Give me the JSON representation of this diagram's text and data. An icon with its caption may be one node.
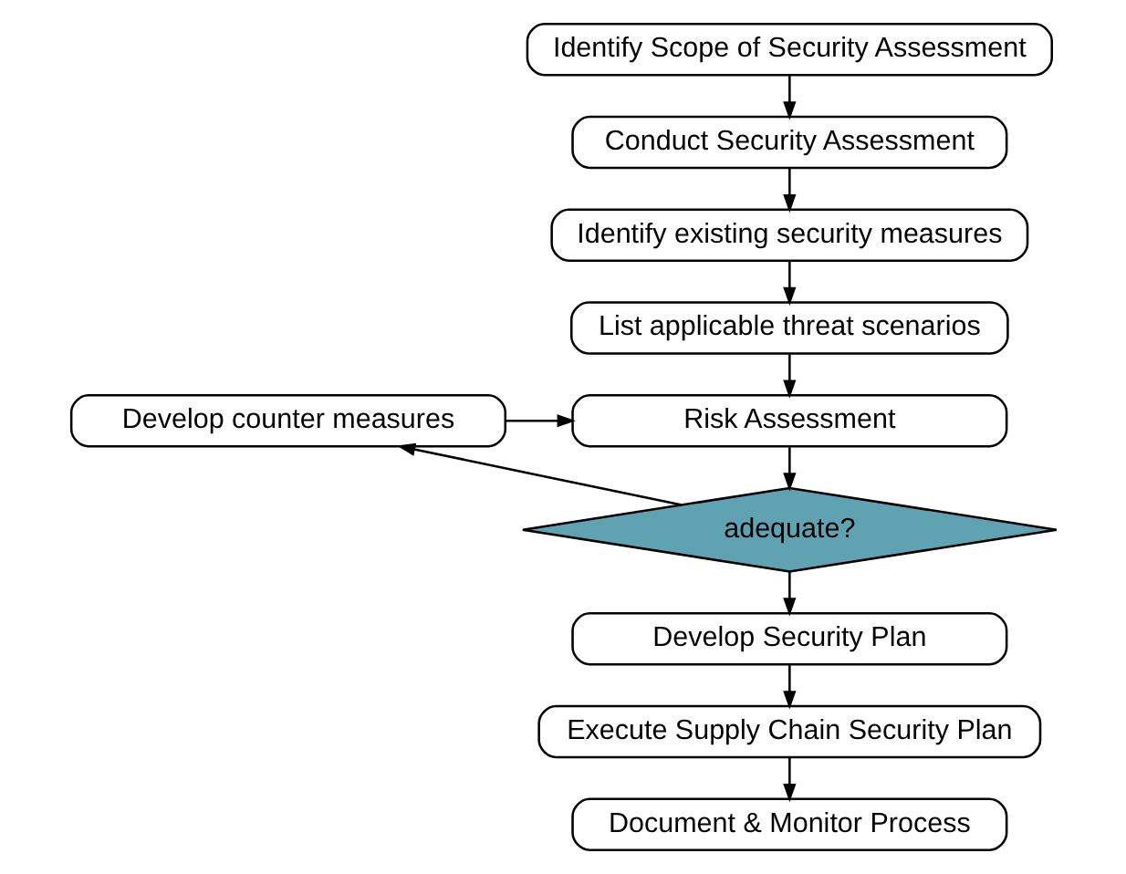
{
  "diagram": {
    "nodes": [
      {
        "text": [
          "Identify Scope of Security Assessment"
        ]
      },
      {
        "text": [
          "Conduct Security Assessment"
        ]
      },
      {
        "text": [
          "Identify existing security measures"
        ]
      },
      {
        "text": [
          "List applicable threat scenarios"
        ]
      },
      {
        "text": [
          "Develop counter measures"
        ]
      },
      {
        "text": [
          "Risk Assessment"
        ]
      },
      {
        "text": [
          "adequate?"
        ]
      },
      {
        "text": [
          "Develop Security Plan"
        ]
      },
      {
        "text": [
          "Execute Supply Chain Security Plan"
        ]
      },
      {
        "text": [
          "Document & Monitor Process"
        ]
      }
    ],
    "edges": [
      {
        "from": 0,
        "to": 1,
        "arrow": "to"
      },
      {
        "from": 1,
        "to": 2,
        "arrow": "to"
      },
      {
        "from": 2,
        "to": 3,
        "arrow": "to"
      },
      {
        "from": 3,
        "to": 5,
        "arrow": "to"
      },
      {
        "from": 5,
        "to": 6,
        "arrow": "to"
      },
      {
        "from": 6,
        "to": 4,
        "arrow": "to"
      },
      {
        "from": 4,
        "to": 5,
        "arrow": "to"
      },
      {
        "from": 6,
        "to": 7,
        "arrow": "to"
      },
      {
        "from": 7,
        "to": 8,
        "arrow": "to"
      },
      {
        "from": 8,
        "to": 9,
        "arrow": "to"
      }
    ]
  }
}
